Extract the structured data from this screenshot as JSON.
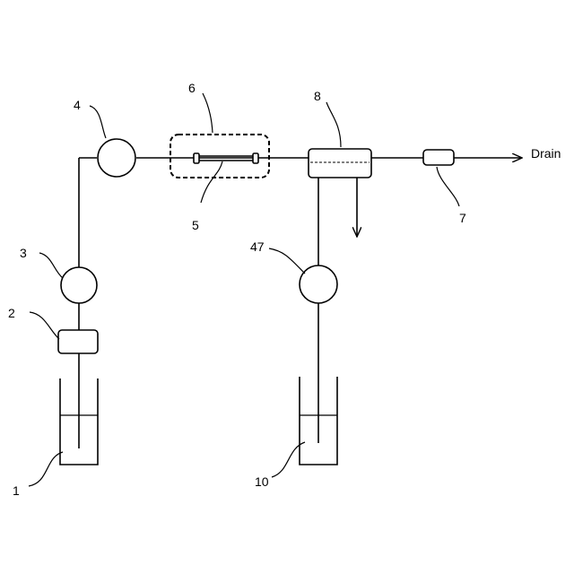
{
  "labels": {
    "container_1": "1",
    "filter_2": "2",
    "pump_3": "3",
    "pump_4": "4",
    "column_5": "5",
    "oven_6": "6",
    "valve_7": "7",
    "mixer_8": "8",
    "container_10": "10",
    "pump_47": "47",
    "drain": "Drain"
  }
}
